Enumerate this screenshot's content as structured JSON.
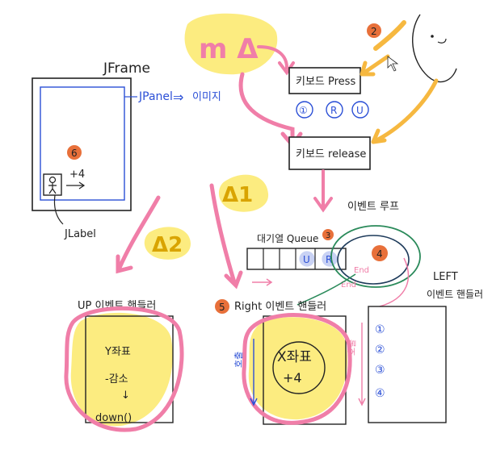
{
  "colors": {
    "ink": "#222222",
    "blue": "#2b4fd6",
    "pink": "#f07ea8",
    "yellow": "#fbe96a",
    "orange": "#f6b840",
    "badge": "#e8703a"
  },
  "jframe": {
    "title": "JFrame",
    "panel_label": "JPanel",
    "panel_arrow": "⇒",
    "image_label": "이미지",
    "badge": "6",
    "move_label": "+4",
    "jlabel": "JLabel"
  },
  "top": {
    "main_label": "m Δ",
    "badge_user": "2",
    "press_box": "키보드 Press",
    "circles": [
      "①",
      "R",
      "U"
    ],
    "release_box": "키보드 release"
  },
  "middle": {
    "delta1": "Δ1",
    "delta2": "Δ2",
    "event_loop": "이벤트 루프",
    "queue_label": "대기열 Queue",
    "queue_badge": "3",
    "queue_items": [
      "U",
      "R"
    ],
    "loop_badge": "4",
    "end1": "End",
    "end2": "End"
  },
  "bottom": {
    "up_handler": "UP 이벤트 핸들러",
    "up_body": [
      "Y좌표",
      "-감소",
      "↓",
      "down()"
    ],
    "right_badge": "5",
    "right_handler": "Right 이벤트 핸들러",
    "right_body": [
      "X좌표",
      "+4"
    ],
    "right_side": "호출",
    "right_side2": "호출",
    "left_title": "LEFT",
    "left_handler": "이벤트 핸들러",
    "left_items": [
      "①",
      "②",
      "③",
      "④"
    ]
  }
}
